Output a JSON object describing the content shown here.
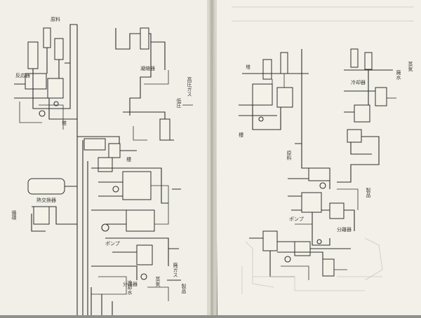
{
  "left_page": {
    "labels_vertical": [
      "高圧ガス",
      "低圧",
      "循環",
      "廃ガス",
      "冷却水",
      "蒸気",
      "製品"
    ],
    "labels_small": [
      "原料",
      "反応器",
      "塔",
      "槽",
      "ポンプ",
      "熱交換器",
      "分離器",
      "凝縮器"
    ]
  },
  "right_page": {
    "labels_vertical": [
      "蒸気",
      "廃水",
      "原料",
      "製品"
    ],
    "labels_small": [
      "塔",
      "槽",
      "ポンプ",
      "冷却器",
      "分離器"
    ]
  }
}
